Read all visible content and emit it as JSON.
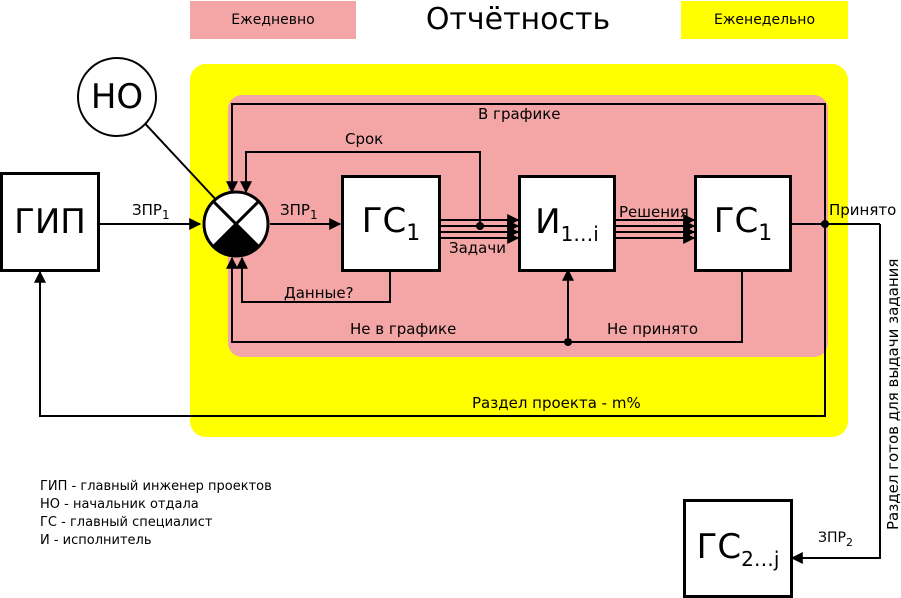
{
  "header": {
    "title": "Отчётность",
    "daily": "Ежедневно",
    "weekly": "Еженедельно"
  },
  "colors": {
    "weekly_zone": "#ffff00",
    "daily_zone": "#f4a6a6",
    "line": "#000000"
  },
  "nodes": {
    "gip": "ГИП",
    "no": "НО",
    "gs1_left": {
      "main": "ГС",
      "sub": "1"
    },
    "isp": {
      "main": "И",
      "sub": "1…i"
    },
    "gs1_right": {
      "main": "ГС",
      "sub": "1"
    },
    "gs2": {
      "main": "ГС",
      "sub": "2…j"
    }
  },
  "labels": {
    "zpr1_a": {
      "main": "ЗПР",
      "sub": "1"
    },
    "zpr1_b": {
      "main": "ЗПР",
      "sub": "1"
    },
    "v_grafike": "В графике",
    "srok": "Срок",
    "zadachi": "Задачи",
    "dannye": "Данные?",
    "resheniya": "Решения",
    "prinyato": "Принято",
    "ne_v_grafike": "Не в графике",
    "ne_prinyato": "Не принято",
    "razdel": "Раздел проекта - m%",
    "razdel_gotov": "Раздел готов для выдачи задания",
    "zpr2": {
      "main": "ЗПР",
      "sub": "2"
    }
  },
  "legend": [
    "ГИП - главный инженер проектов",
    "НО - начальник отдала",
    "ГС - главный специалист",
    "И - исполнитель"
  ]
}
